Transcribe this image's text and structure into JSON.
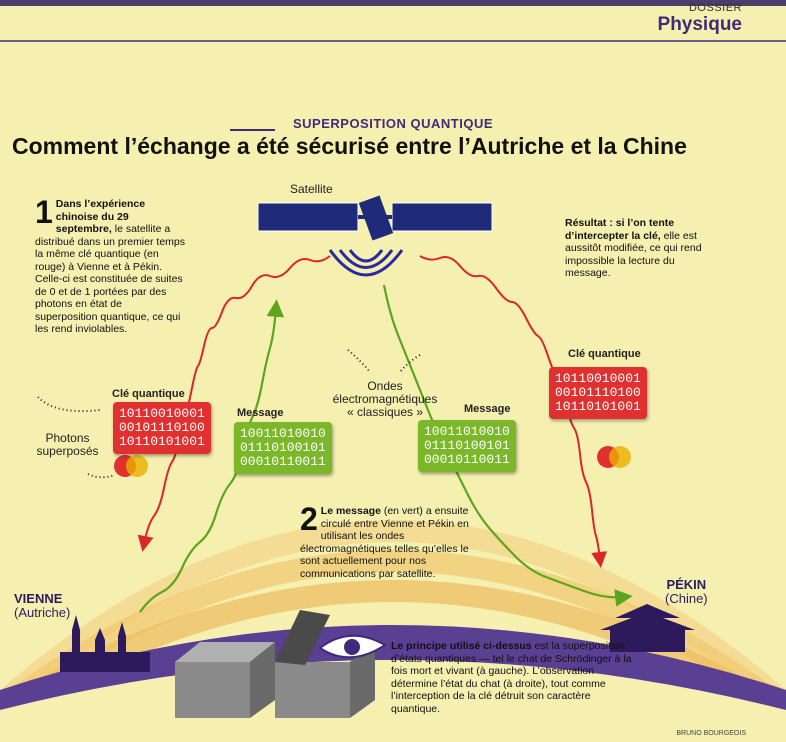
{
  "header": {
    "section": "DOSSIER",
    "category": "Physique"
  },
  "kicker": "SUPERPOSITION QUANTIQUE",
  "headline": "Comment l’échange a été sécurisé entre l’Autriche et la Chine",
  "satellite_label": "Satellite",
  "step1": {
    "num": "1",
    "bold": "Dans l’expérience chinoise du 29 septembre,",
    "text": " le satellite a distribué dans un premier temps la même clé quantique (en rouge) à Vienne et à Pékin. Celle-ci est constituée de suites de 0 et de 1 portées par des photons en état de superposition quantique, ce qui les rend inviolables."
  },
  "result": {
    "bold": "Résultat : si l’on tente d’intercepter la clé,",
    "text": " elle est aussitôt modifiée, ce qui rend impossible la lecture du message."
  },
  "key_label": "Clé quantique",
  "key_bits": [
    "10110010001",
    "00101110100",
    "10110101001"
  ],
  "message_label": "Message",
  "message_bits": [
    "10011010010",
    "01110100101",
    "00010110011"
  ],
  "waves": {
    "line1": "Ondes",
    "line2": "électromagnétiques",
    "line3": "« classiques »"
  },
  "photons": {
    "line1": "Photons",
    "line2": "superposés"
  },
  "step2": {
    "num": "2",
    "bold": "Le message",
    "text": " (en vert) a ensuite circulé entre Vienne et Pékin en utilisant les ondes électromagnétiques telles qu’elles le sont actuellement pour nos communications par satellite."
  },
  "vienne": {
    "name": "VIENNE",
    "country": "(Autriche)"
  },
  "pekin": {
    "name": "PÉKIN",
    "country": "(Chine)"
  },
  "principle": {
    "bold": "Le principe utilisé ci-dessus",
    "text": " est la superposition d’états quantiques — tel le chat de Schrödinger à la fois mort et vivant (à gauche). L’observation détermine l’état du chat (à droite), tout comme l’interception de la clé détruit son caractère quantique."
  },
  "credit": "BRUNO BOURGEOIS",
  "colors": {
    "accent": "#3f2b7a",
    "key": "#e03030",
    "message": "#7ab829",
    "earth": "#5b3f93"
  }
}
